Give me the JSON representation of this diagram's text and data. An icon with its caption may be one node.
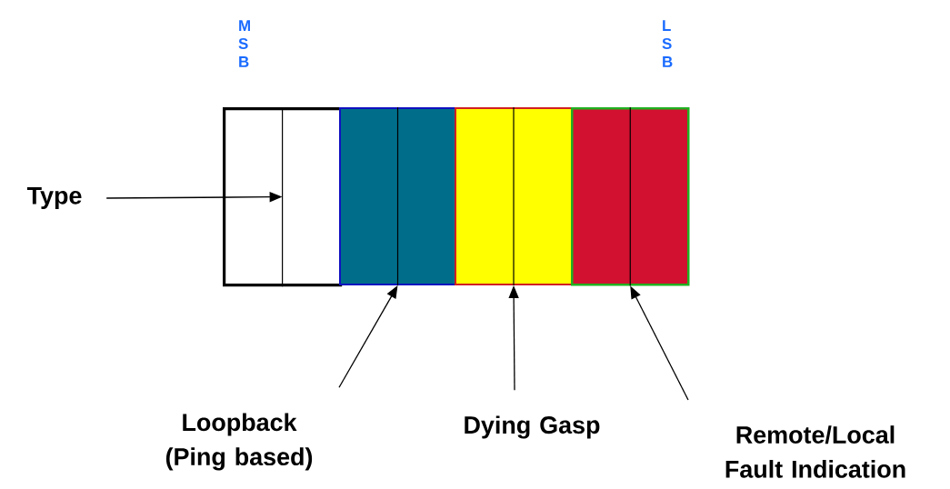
{
  "diagram": {
    "nodes": [
      {
        "text": [],
        "shape": "box"
      },
      {
        "text": [],
        "shape": "box"
      },
      {
        "text": [],
        "shape": "box"
      },
      {
        "text": [],
        "shape": "box"
      },
      {
        "text": [
          "Type"
        ]
      },
      {
        "text": [
          "Loopback (Ping based)"
        ]
      },
      {
        "text": [
          "Dying Gasp"
        ]
      },
      {
        "text": [
          "Remote/Local Fault Indication"
        ]
      }
    ],
    "edges": [
      {
        "from": 4,
        "to": 0,
        "arrow": "to"
      },
      {
        "from": 5,
        "to": 1,
        "arrow": "to"
      },
      {
        "from": 6,
        "to": 2,
        "arrow": "to"
      },
      {
        "from": 7,
        "to": 3,
        "arrow": "to"
      }
    ],
    "labels": [
      "M S B",
      "L S B"
    ]
  }
}
